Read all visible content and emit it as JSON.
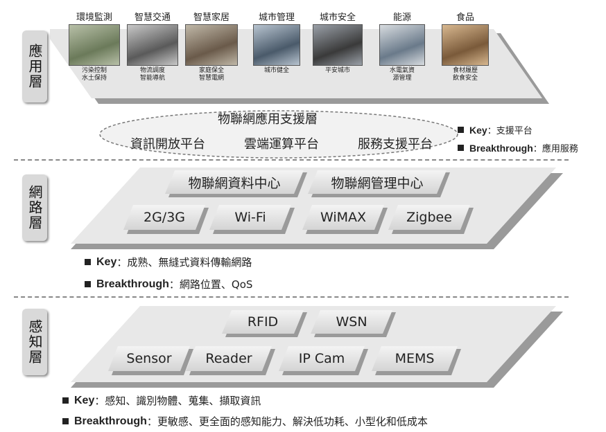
{
  "application": {
    "label": "應用層",
    "items": [
      {
        "title": "環境監測",
        "caption": "污染控制\n水土保持"
      },
      {
        "title": "智慧交通",
        "caption": "物流調度\n智能導航"
      },
      {
        "title": "智慧家居",
        "caption": "家庭保全\n智慧電網"
      },
      {
        "title": "城市管理",
        "caption": "城市健全"
      },
      {
        "title": "城市安全",
        "caption": "平安城市"
      },
      {
        "title": "能源",
        "caption": "水電氣資\n源管理"
      },
      {
        "title": "食品",
        "caption": "食材履歷\n飲食安全"
      }
    ],
    "support": {
      "title": "物聯網應用支援層",
      "items": [
        "資訊開放平台",
        "雲端運算平台",
        "服務支援平台"
      ]
    },
    "key": {
      "label": "Key",
      "text": "支援平台"
    },
    "breakthrough": {
      "label": "Breakthrough",
      "text": "應用服務"
    }
  },
  "network": {
    "label": "網路層",
    "centers": [
      "物聯網資料中心",
      "物聯網管理中心"
    ],
    "tags": [
      "2G/3G",
      "Wi-Fi",
      "WiMAX",
      "Zigbee"
    ],
    "key": {
      "label": "Key",
      "text": "成熟、無縫式資料傳輸網路"
    },
    "breakthrough": {
      "label": "Breakthrough",
      "text": "網路位置、QoS"
    }
  },
  "sensing": {
    "label": "感知層",
    "top_tags": [
      "RFID",
      "WSN"
    ],
    "bottom_tags": [
      "Sensor",
      "Reader",
      "IP Cam",
      "MEMS"
    ],
    "key": {
      "label": "Key",
      "text": "感知、識別物體、蒐集、擷取資訊"
    },
    "breakthrough": {
      "label": "Breakthrough",
      "text": "更敏感、更全面的感知能力、解決低功耗、小型化和低成本"
    }
  },
  "colon": "："
}
